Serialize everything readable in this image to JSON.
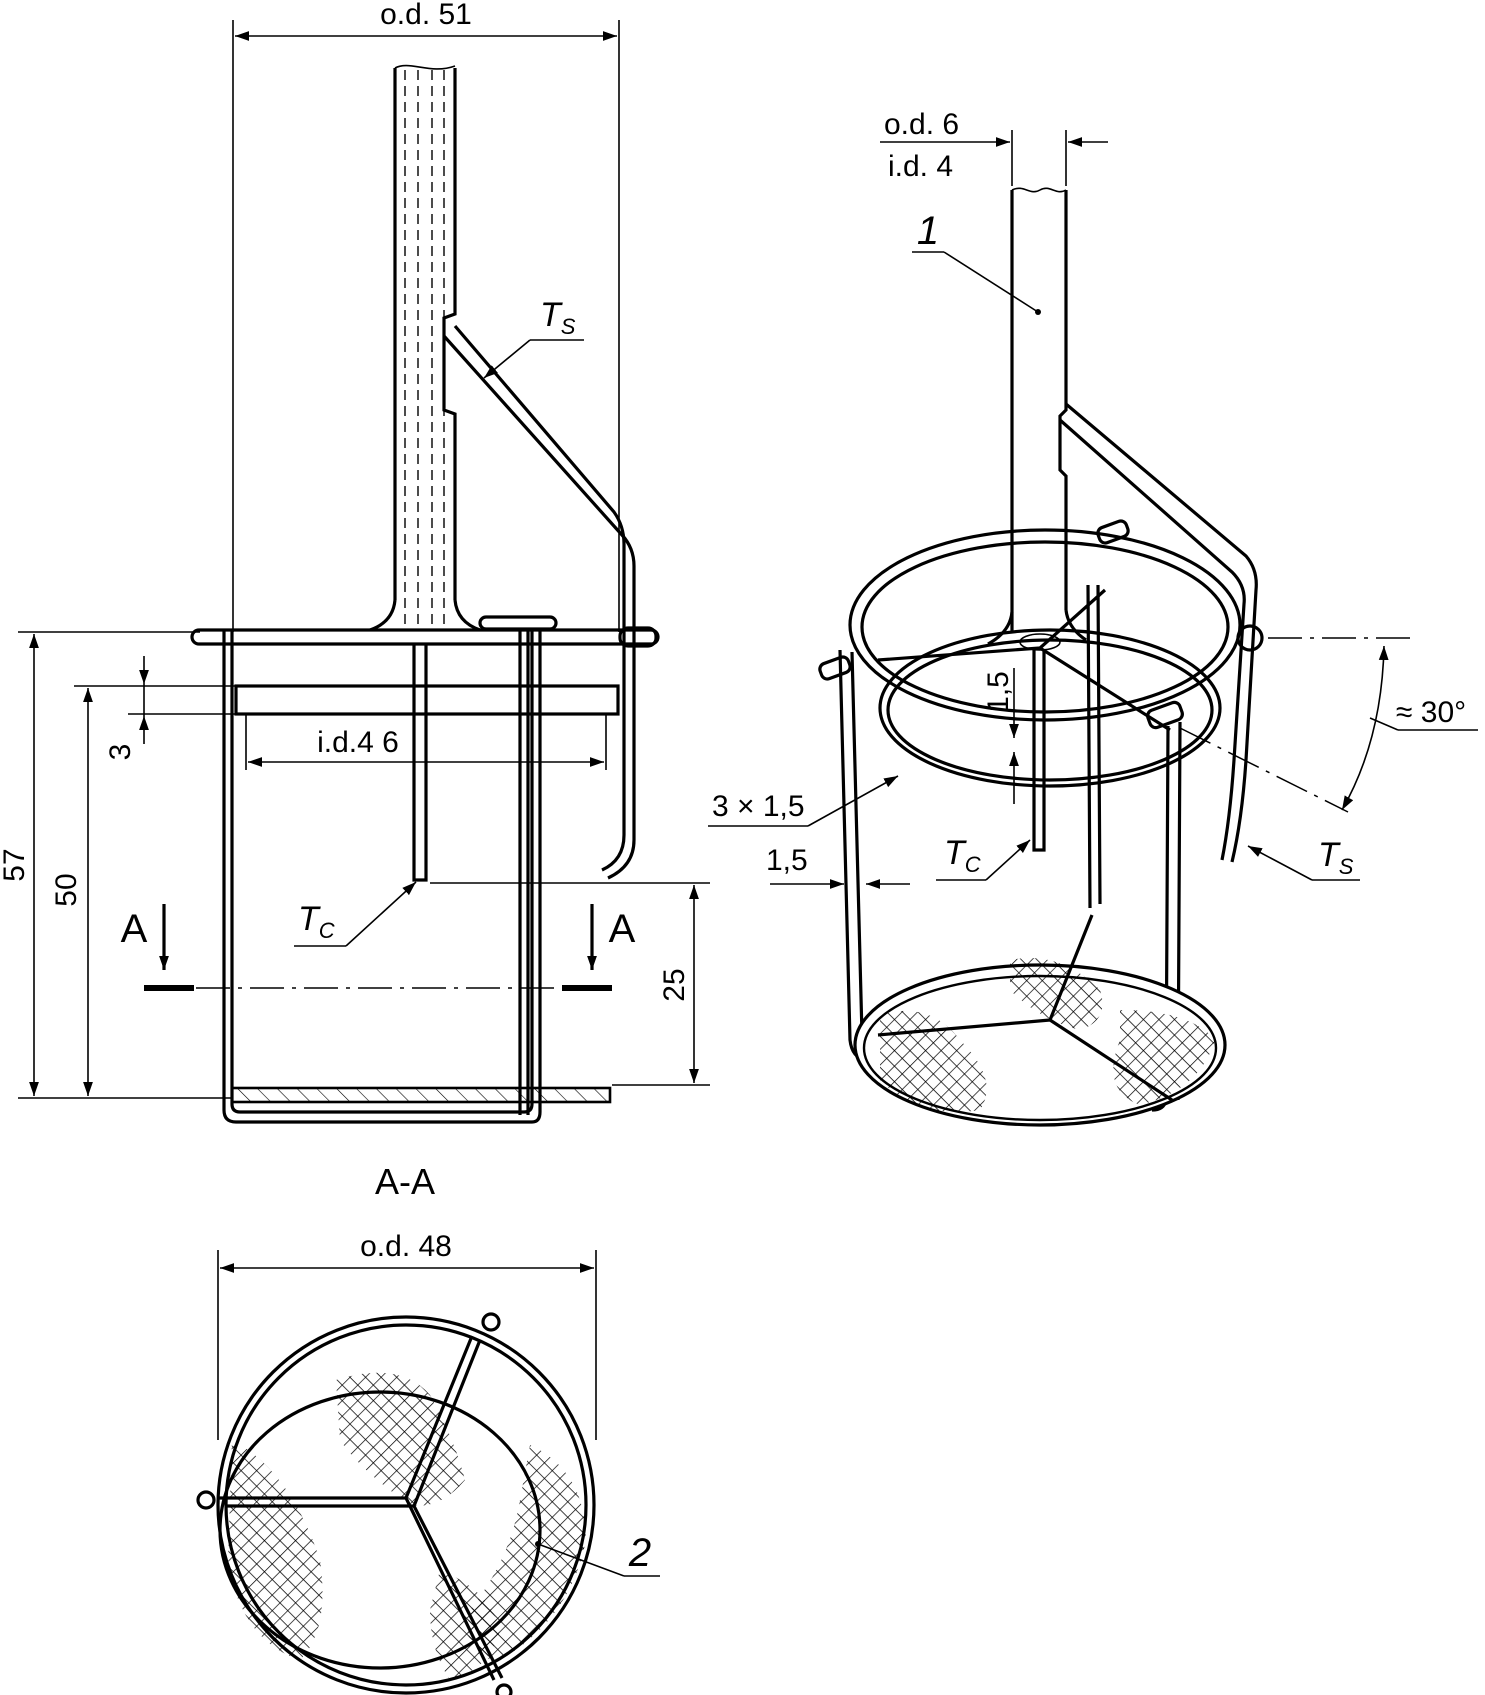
{
  "colors": {
    "ink": "#000000",
    "paper": "#ffffff"
  },
  "front_view": {
    "od_top": "o.d. 51",
    "dim_57": "57",
    "dim_50": "50",
    "dim_3": "3",
    "dim_25": "25",
    "id_ring": "i.d.4 6",
    "section_mark_left": "A",
    "section_mark_right": "A",
    "label_ts": "T",
    "label_ts_sub": "S",
    "label_tc": "T",
    "label_tc_sub": "C"
  },
  "perspective_view": {
    "od_tube": "o.d. 6",
    "id_tube": "i.d. 4",
    "callout_1": "1",
    "dim_1_5_vertical": "1,5",
    "wire_size": "3 × 1,5",
    "dim_1_5_horizontal": "1,5",
    "angle": "≈ 30°",
    "label_tc": "T",
    "label_tc_sub": "C",
    "label_ts": "T",
    "label_ts_sub": "S"
  },
  "section_view": {
    "title": "A-A",
    "od_bottom": "o.d. 48",
    "callout_2": "2"
  }
}
